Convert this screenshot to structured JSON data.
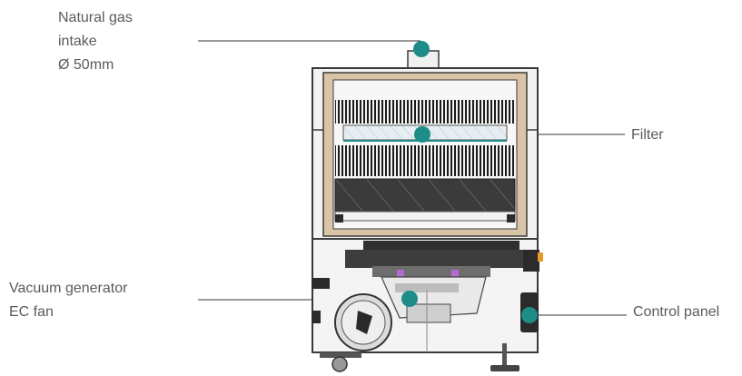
{
  "callouts": {
    "gas_intake": {
      "lines": [
        "Natural gas",
        "intake",
        "Ø 50mm"
      ]
    },
    "filter": {
      "text": "Filter"
    },
    "vacuum": {
      "lines": [
        "Vacuum generator",
        "EC fan"
      ]
    },
    "control": {
      "text": "Control panel"
    }
  },
  "colors": {
    "marker": "#1e8c88",
    "leader": "#333333",
    "wood": "#d9c4a5",
    "outline": "#3a3a3a",
    "housing": "#f2f2f2",
    "dark_panel": "#3d3d3d",
    "accent": "#b46bd0",
    "orange": "#e79a2a"
  }
}
